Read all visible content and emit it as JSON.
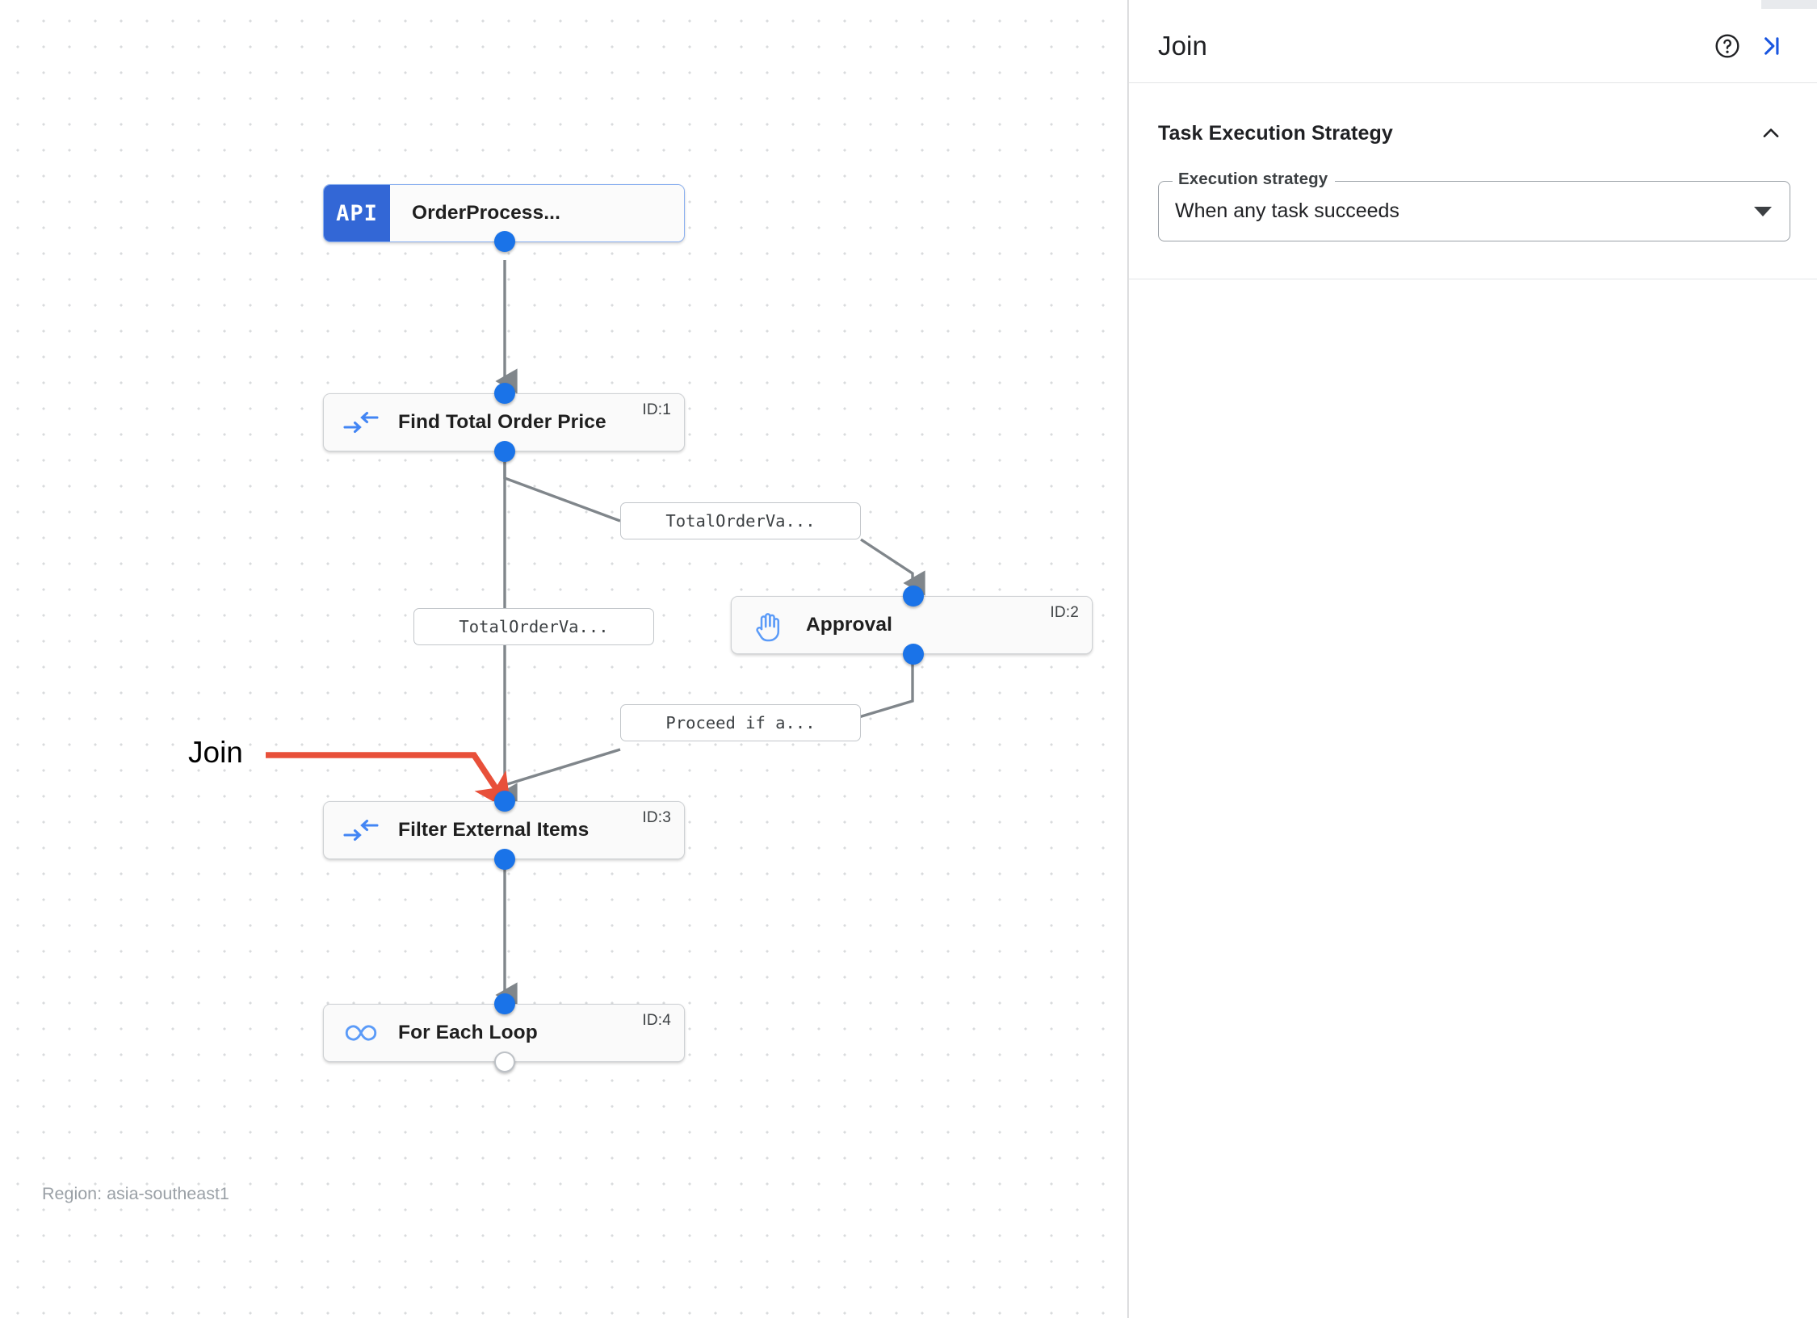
{
  "canvas": {
    "region_label": "Region: asia-southeast1",
    "annotation": {
      "label": "Join",
      "color": "#e8503a"
    },
    "nodes": [
      {
        "id": "api",
        "badge": "API",
        "title": "OrderProcess...",
        "id_label": "",
        "icon": "api-badge-icon"
      },
      {
        "id": "task1",
        "title": "Find Total Order Price",
        "id_label": "ID:1",
        "icon": "merge-arrows-icon"
      },
      {
        "id": "task2",
        "title": "Approval",
        "id_label": "ID:2",
        "icon": "raised-hand-icon"
      },
      {
        "id": "task3",
        "title": "Filter External Items",
        "id_label": "ID:3",
        "icon": "merge-arrows-icon"
      },
      {
        "id": "task4",
        "title": "For Each Loop",
        "id_label": "ID:4",
        "icon": "infinity-loop-icon"
      }
    ],
    "edge_labels": [
      {
        "id": "edge-label-1",
        "text": "TotalOrderVa..."
      },
      {
        "id": "edge-label-2",
        "text": "TotalOrderVa..."
      },
      {
        "id": "edge-label-3",
        "text": "Proceed if a..."
      }
    ]
  },
  "panel": {
    "title": "Join",
    "help_icon": "help-circle-icon",
    "collapse_icon": "collapse-panel-right-icon",
    "section": {
      "title": "Task Execution Strategy",
      "chevron_icon": "chevron-up-icon"
    },
    "execution_strategy": {
      "label": "Execution strategy",
      "value": "When any task succeeds",
      "caret_icon": "caret-down-icon"
    }
  },
  "colors": {
    "accent_blue": "#1a73e8",
    "api_band": "#3367d6",
    "annotation_red": "#e8503a",
    "edge_gray": "#5f6368"
  }
}
